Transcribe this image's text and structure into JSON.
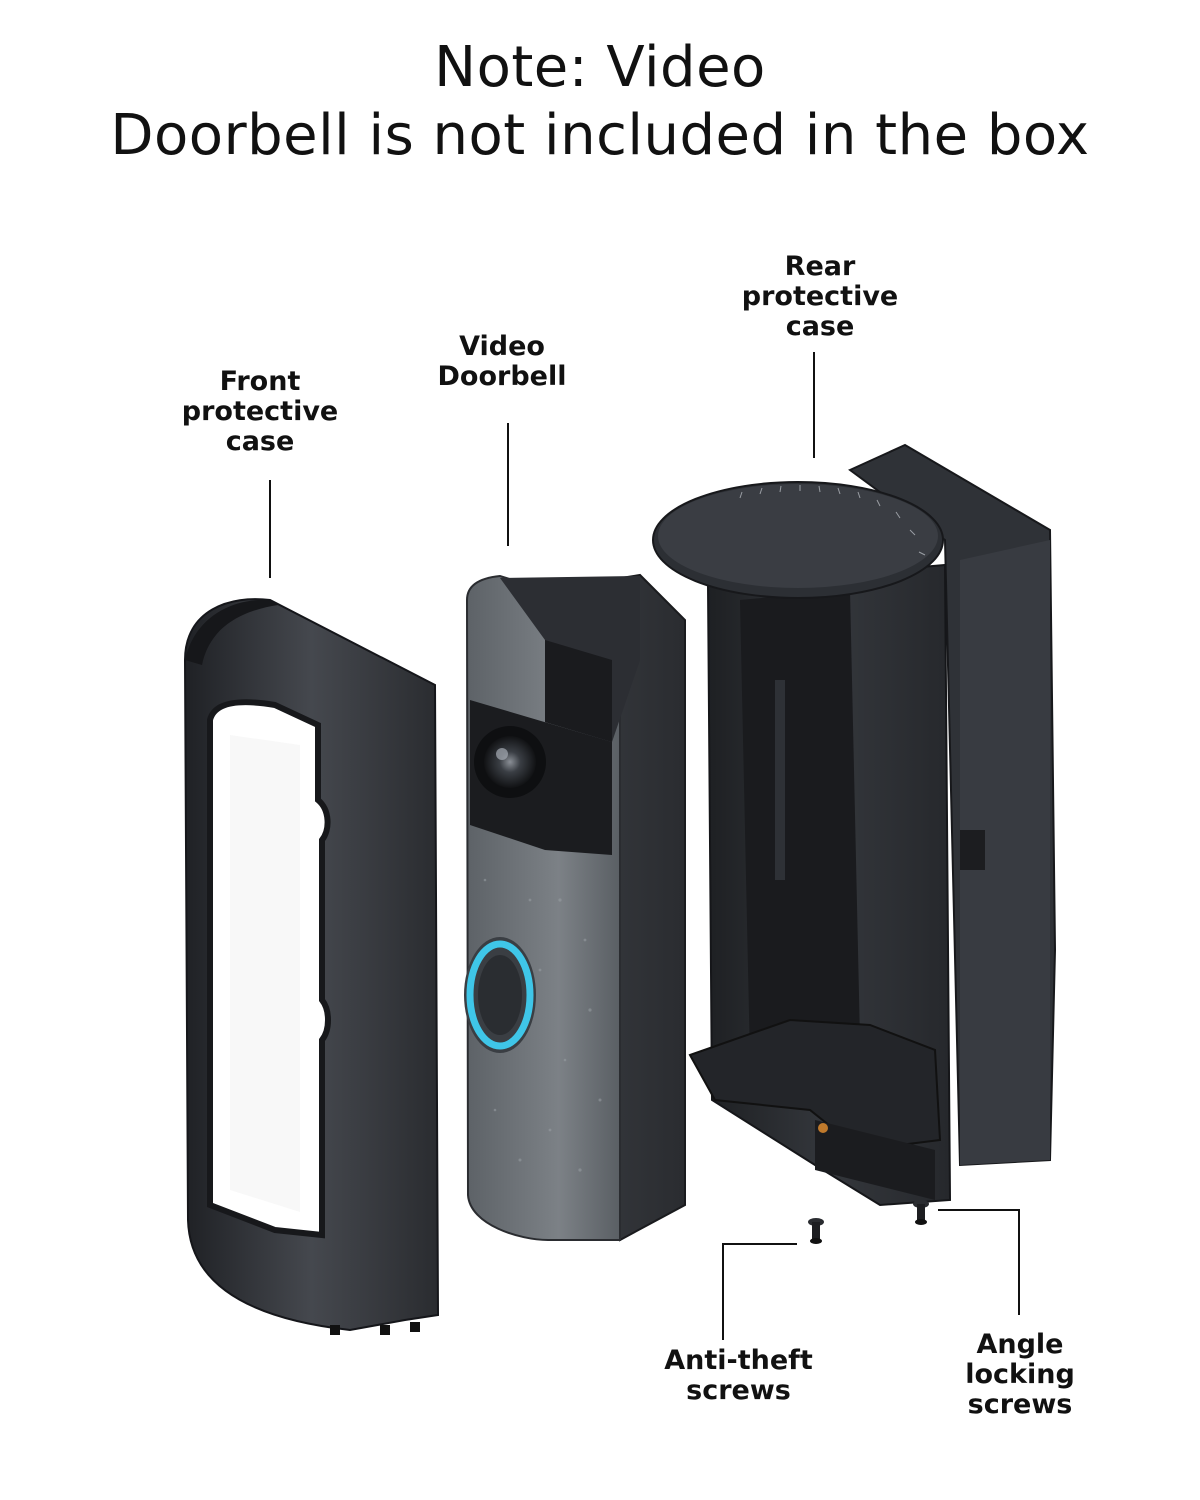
{
  "note": {
    "line1": "Note: Video",
    "line2": "Doorbell is not included in the box"
  },
  "labels": {
    "front_case": [
      "Front",
      "protective",
      "case"
    ],
    "doorbell": [
      "Video",
      "Doorbell"
    ],
    "rear_case": [
      "Rear",
      "protective",
      "case"
    ],
    "anti_theft": [
      "Anti-theft",
      "screws"
    ],
    "angle_locking": [
      "Angle",
      "locking",
      "screws"
    ]
  },
  "colors": {
    "case_dark": "#2b2d31",
    "case_mid": "#3d4046",
    "doorbell_grey": "#6e7378",
    "ring_cyan": "#3fc6e8"
  }
}
